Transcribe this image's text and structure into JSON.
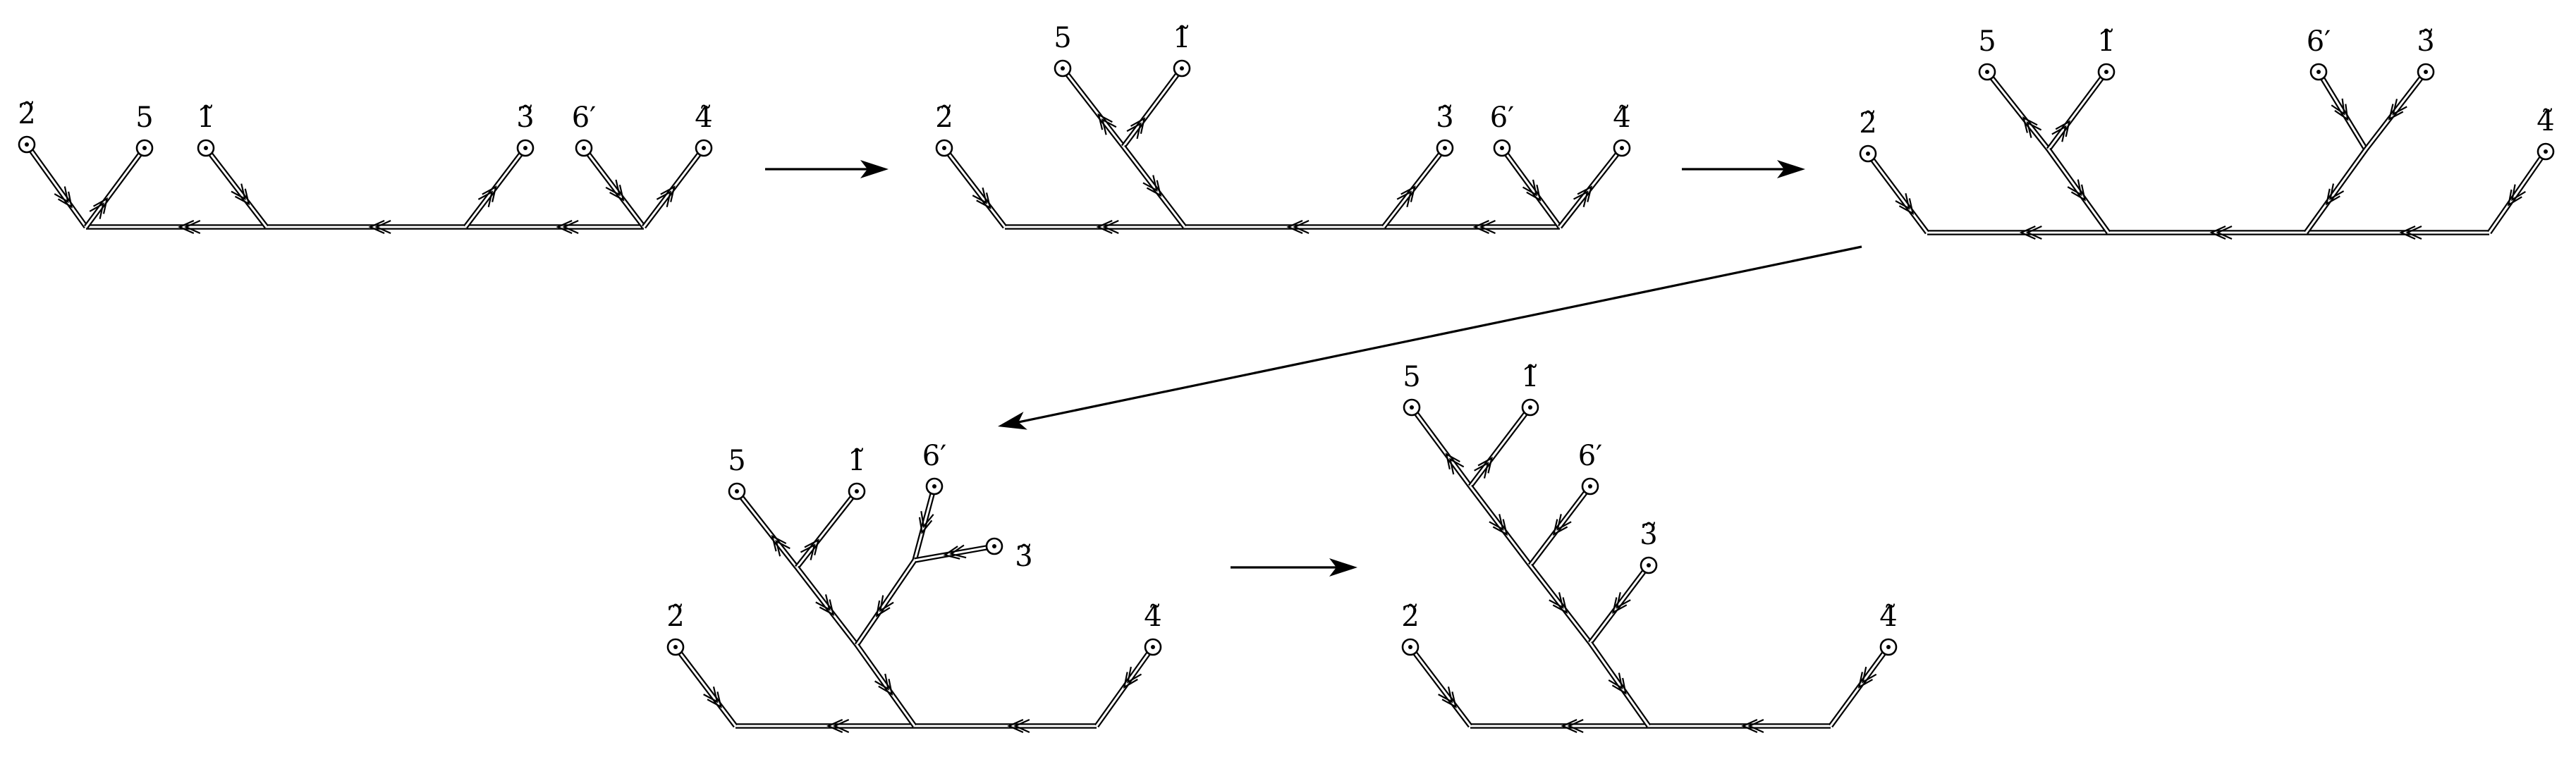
{
  "labels": {
    "l2": "2̃",
    "l5": "5",
    "l1": "1̃",
    "l3": "3̃",
    "l6": "6′",
    "l4": "4̃"
  },
  "colors": {
    "ink": "#000000",
    "paper": "#ffffff"
  },
  "figure": {
    "panel_count": 5,
    "transition_arrow_count": 4,
    "marker": "circled-dot",
    "edge_style": "double-line-with-chevron-arrows"
  }
}
